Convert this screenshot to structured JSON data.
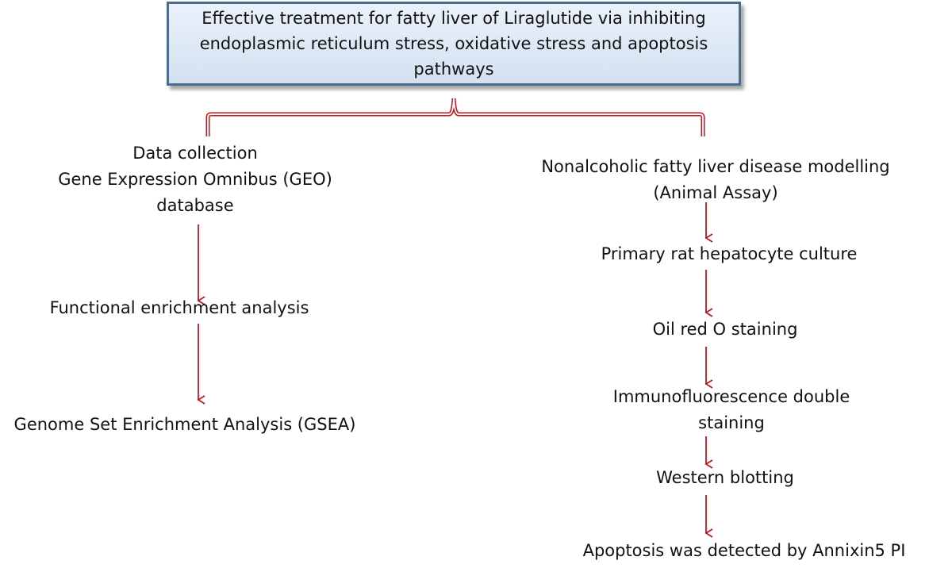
{
  "title": "Effective treatment for fatty liver of Liraglutide via inhibiting endoplasmic reticulum stress, oxidative stress and apoptosis pathways",
  "left_branch": {
    "steps": [
      {
        "lines": [
          "Data collection",
          "Gene Expression Omnibus (GEO)",
          "database"
        ]
      },
      {
        "lines": [
          "Functional enrichment analysis"
        ]
      },
      {
        "lines": [
          "Genome Set Enrichment Analysis (GSEA)"
        ]
      }
    ]
  },
  "right_branch": {
    "steps": [
      {
        "lines": [
          "Nonalcoholic fatty liver disease modelling",
          "(Animal Assay)"
        ]
      },
      {
        "lines": [
          "Primary rat hepatocyte culture"
        ]
      },
      {
        "lines": [
          "Oil red O staining"
        ]
      },
      {
        "lines": [
          "Immunofluorescence double",
          "staining"
        ]
      },
      {
        "lines": [
          "Western blotting"
        ]
      },
      {
        "lines": [
          "Apoptosis was detected by Annixin5 PI"
        ]
      }
    ]
  },
  "colors": {
    "arrow": "#c0171c",
    "title_border": "#4a6d93",
    "title_fill": "#dbe7f4"
  }
}
